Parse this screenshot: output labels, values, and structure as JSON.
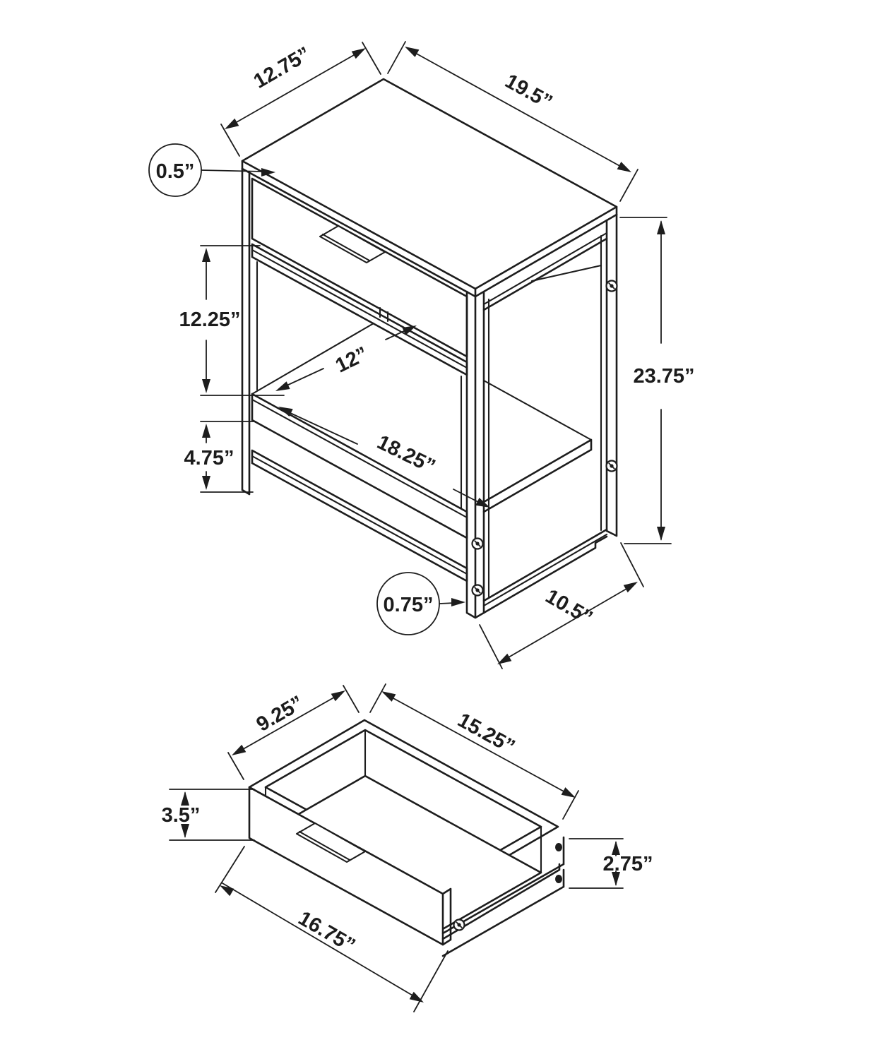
{
  "table_view": {
    "top_depth": "12.75”",
    "top_width": "19.5”",
    "top_thickness": "0.5”",
    "opening_height": "12.25”",
    "shelf_depth": "12”",
    "bottom_clearance": "4.75”",
    "shelf_length": "18.25”",
    "overall_height": "23.75”",
    "frame_thickness": "0.75”",
    "base_depth": "10.5”"
  },
  "drawer_view": {
    "inner_depth": "9.25”",
    "inner_width": "15.25”",
    "front_height": "3.5”",
    "side_height": "2.75”",
    "front_width": "16.75”"
  }
}
